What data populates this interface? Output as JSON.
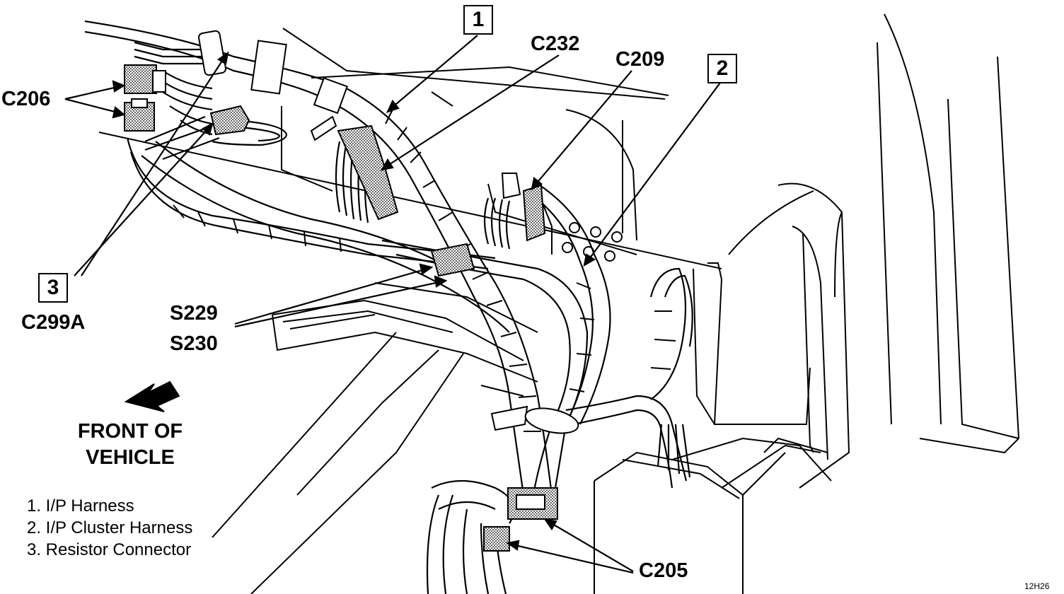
{
  "callouts": {
    "c206": "C206",
    "c232": "C232",
    "c209": "C209",
    "c299a": "C299A",
    "s229": "S229",
    "s230": "S230",
    "c205": "C205"
  },
  "number_boxes": [
    "1",
    "2",
    "3"
  ],
  "front_of_vehicle": [
    "FRONT OF",
    "VEHICLE"
  ],
  "legend": [
    "1.  I/P Harness",
    "2.  I/P Cluster Harness",
    "3.  Resistor Connector"
  ],
  "figure_code": "12H26"
}
